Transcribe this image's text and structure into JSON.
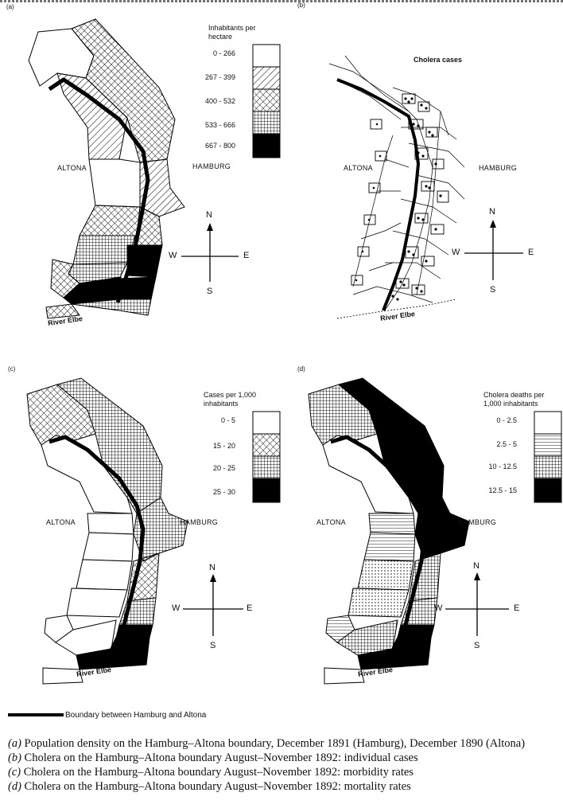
{
  "panels": {
    "a": {
      "label": "(a)",
      "left_city": "ALTONA",
      "right_city": "HAMBURG",
      "river": "River Elbe",
      "legend_title": [
        "Inhabitants per",
        "hectare"
      ],
      "legend": [
        {
          "range": "0 - 266",
          "pattern": "white"
        },
        {
          "range": "267 - 399",
          "pattern": "diagonal"
        },
        {
          "range": "400 - 532",
          "pattern": "crosshatch"
        },
        {
          "range": "533 - 666",
          "pattern": "grid"
        },
        {
          "range": "667 - 800",
          "pattern": "black"
        }
      ],
      "compass": {
        "n": "N",
        "s": "S",
        "e": "E",
        "w": "W"
      }
    },
    "b": {
      "label": "(b)",
      "title": "Cholera cases",
      "left_city": "ALTONA",
      "right_city": "HAMBURG",
      "river": "River Elbe",
      "compass": {
        "n": "N",
        "s": "S",
        "e": "E",
        "w": "W"
      }
    },
    "c": {
      "label": "(c)",
      "left_city": "ALTONA",
      "right_city": "HAMBURG",
      "river": "River Elbe",
      "legend_title": [
        "Cases per 1,000",
        "inhabitants"
      ],
      "legend": [
        {
          "range": "0 - 5",
          "pattern": "white"
        },
        {
          "range": "15 - 20",
          "pattern": "crosshatch"
        },
        {
          "range": "20 - 25",
          "pattern": "grid"
        },
        {
          "range": "25 - 30",
          "pattern": "black"
        }
      ],
      "compass": {
        "n": "N",
        "s": "S",
        "e": "E",
        "w": "W"
      }
    },
    "d": {
      "label": "(d)",
      "left_city": "ALTONA",
      "right_city": "HAMBURG",
      "river": "River Elbe",
      "legend_title": [
        "Cholera deaths per",
        "1,000 inhabitants"
      ],
      "legend": [
        {
          "range": "0 - 2.5",
          "pattern": "white"
        },
        {
          "range": "2.5 - 5",
          "pattern": "hlines"
        },
        {
          "range": "10 - 12.5",
          "pattern": "grid"
        },
        {
          "range": "12.5 - 15",
          "pattern": "black"
        }
      ],
      "compass": {
        "n": "N",
        "s": "S",
        "e": "E",
        "w": "W"
      }
    }
  },
  "boundary_key": "Boundary between Hamburg and Altona",
  "caption": [
    {
      "letter": "(a)",
      "text": " Population density on the Hamburg–Altona boundary, December 1891 (Hamburg), December 1890 (Altona)"
    },
    {
      "letter": "(b)",
      "text": " Cholera on the Hamburg–Altona boundary August–November 1892: individual cases"
    },
    {
      "letter": "(c)",
      "text": " Cholera on the Hamburg–Altona boundary August–November 1892: morbidity rates"
    },
    {
      "letter": "(d)",
      "text": " Cholera on the Hamburg–Altona boundary August–November 1892: mortality rates"
    }
  ]
}
